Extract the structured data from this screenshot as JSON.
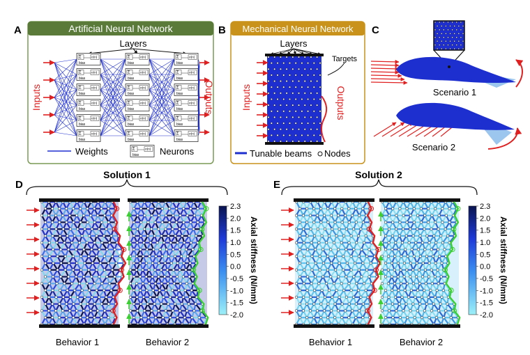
{
  "panels": {
    "a": {
      "letter": "A",
      "title": "Artificial Neural Network",
      "layers_label": "Layers",
      "inputs_label": "Inputs",
      "outputs_label": "Outputs",
      "weights_label": "Weights",
      "neurons_label": "Neurons",
      "neuron_sum": "Σ",
      "neuron_bias": "bias",
      "neuron_act": "σ(n)"
    },
    "b": {
      "letter": "B",
      "title": "Mechanical Neural Network",
      "layers_label": "Layers",
      "targets_label": "Targets",
      "inputs_label": "Inputs",
      "outputs_label": "Outputs",
      "beams_label": "Tunable beams",
      "nodes_label": "Nodes"
    },
    "c": {
      "letter": "C",
      "scenario1": "Scenario 1",
      "scenario2": "Scenario 2"
    },
    "d": {
      "letter": "D",
      "solution": "Solution 1",
      "behavior1": "Behavior 1",
      "behavior2": "Behavior 2"
    },
    "e": {
      "letter": "E",
      "solution": "Solution 2",
      "behavior1": "Behavior 1",
      "behavior2": "Behavior 2"
    }
  },
  "colorbar": {
    "title": "Axial stiffness (N/mm)",
    "ticks": [
      "2.3",
      "2.0",
      "1.5",
      "1.0",
      "0.5",
      "0.0",
      "-0.5",
      "-1.0",
      "-1.5",
      "-2.0"
    ]
  },
  "colors": {
    "ann_header": "#5a7a3a",
    "mnn_header": "#c9921a",
    "ann_border": "#7a9a55",
    "mnn_border": "#c9921a",
    "arrow_red": "#e02020",
    "beam_blue": "#1e2fd0",
    "dark_navy": "#0a1450",
    "light_cyan": "#7fe0f0",
    "green": "#3ad030"
  }
}
